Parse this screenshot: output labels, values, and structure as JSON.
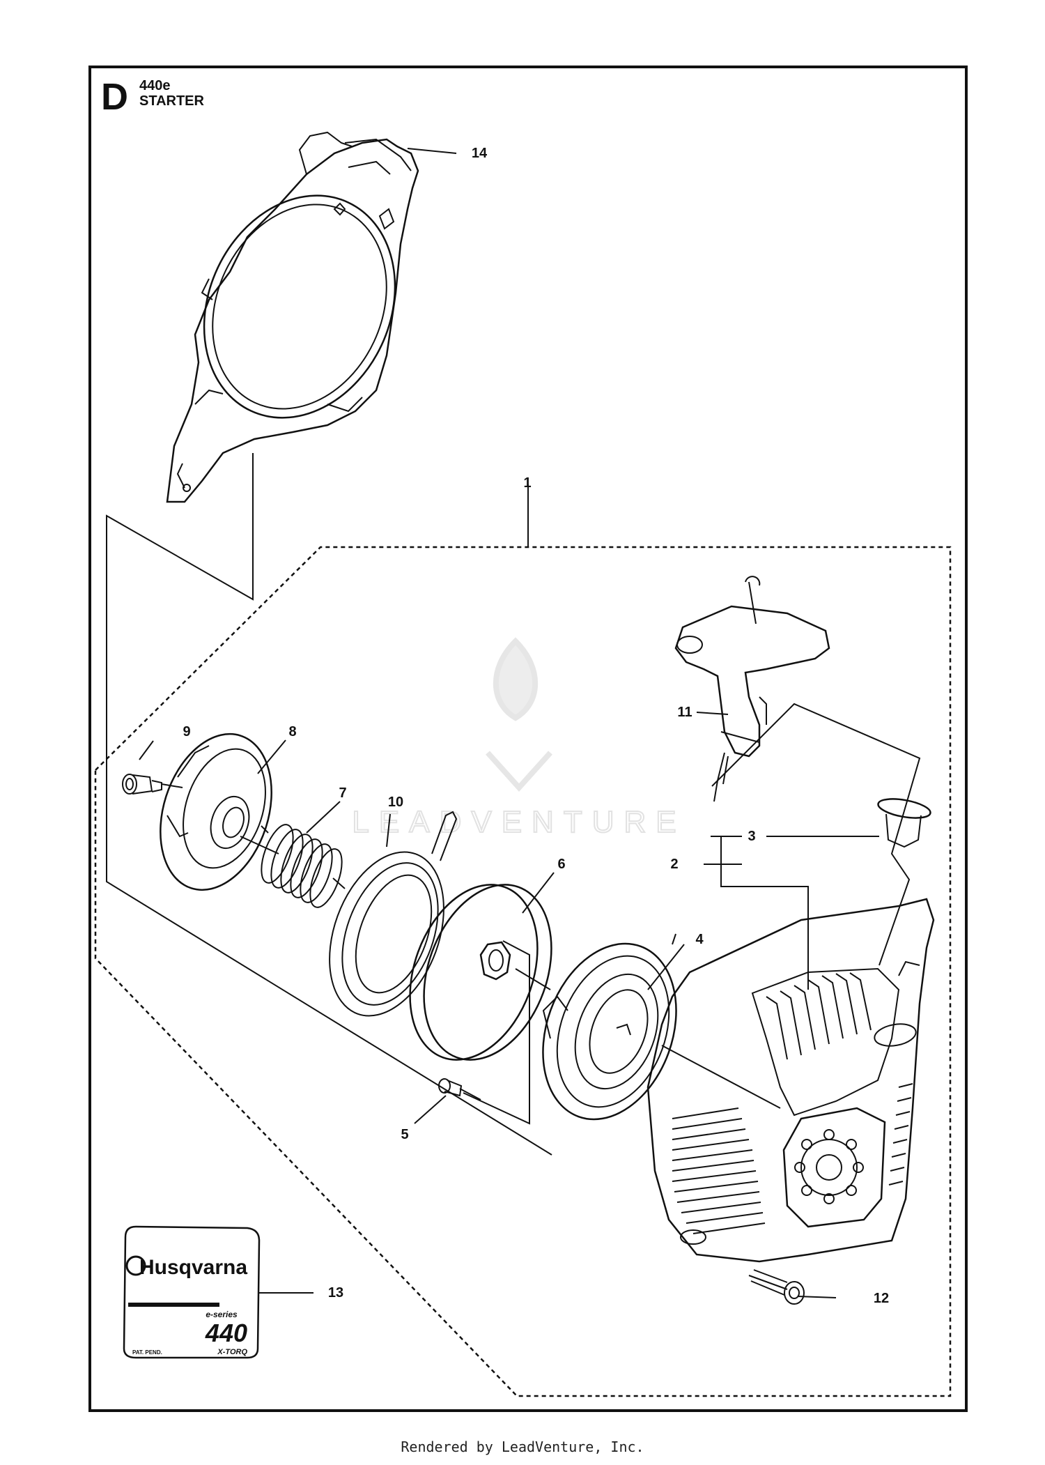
{
  "header": {
    "section_letter": "D",
    "model": "440e",
    "title": "STARTER"
  },
  "callouts": [
    {
      "id": "c1",
      "label": "1"
    },
    {
      "id": "c2",
      "label": "2"
    },
    {
      "id": "c3",
      "label": "3"
    },
    {
      "id": "c4",
      "label": "4"
    },
    {
      "id": "c5",
      "label": "5"
    },
    {
      "id": "c6",
      "label": "6"
    },
    {
      "id": "c7",
      "label": "7"
    },
    {
      "id": "c8",
      "label": "8"
    },
    {
      "id": "c9",
      "label": "9"
    },
    {
      "id": "c10",
      "label": "10"
    },
    {
      "id": "c11",
      "label": "11"
    },
    {
      "id": "c12",
      "label": "12"
    },
    {
      "id": "c13",
      "label": "13"
    },
    {
      "id": "c14",
      "label": "14"
    }
  ],
  "decal": {
    "brand": "Husqvarna",
    "series": "e-series",
    "model_number": "440",
    "patent": "PAT. PEND.",
    "feature": "X-TORQ"
  },
  "watermark": "LEADVENTURE",
  "footer": "Rendered by LeadVenture, Inc.",
  "colors": {
    "line": "#111111",
    "watermark": "#e4e4e4"
  }
}
